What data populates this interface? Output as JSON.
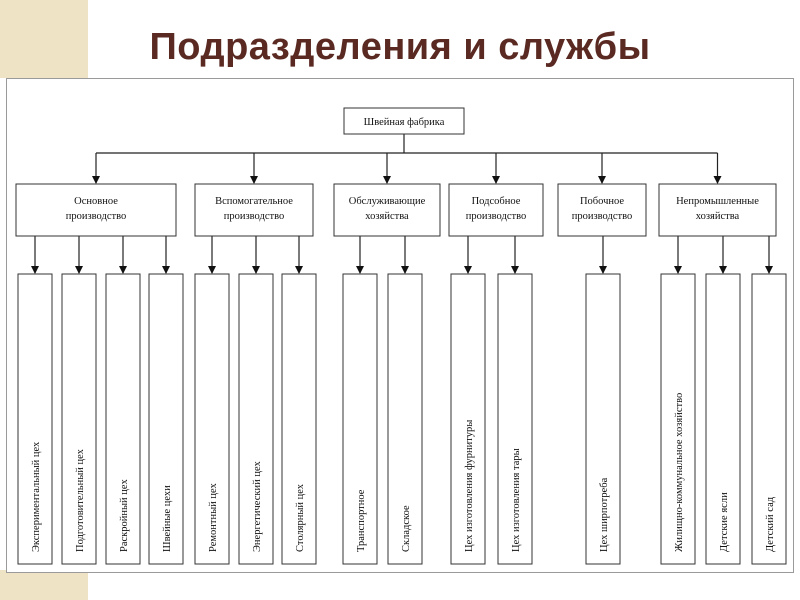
{
  "slide": {
    "title": "Подразделения и службы"
  },
  "diagram": {
    "root": "Швейная фабрика",
    "categories": [
      {
        "lines": [
          "Основное",
          "производство"
        ],
        "units": [
          "Экспериментальный цех",
          "Подготовительный цех",
          "Раскройный цех",
          "Швейные цехи"
        ]
      },
      {
        "lines": [
          "Вспомогательное",
          "производство"
        ],
        "units": [
          "Ремонтный цех",
          "Энергетический цех",
          "Столярный цех"
        ]
      },
      {
        "lines": [
          "Обслуживающие",
          "хозяйства"
        ],
        "units": [
          "Транспортное",
          "Складское"
        ]
      },
      {
        "lines": [
          "Подсобное",
          "производство"
        ],
        "units": [
          "Цех изготовления фурнитуры",
          "Цех изготовления тары"
        ]
      },
      {
        "lines": [
          "Побочное",
          "производство"
        ],
        "units": [
          "Цех ширпотреба"
        ]
      },
      {
        "lines": [
          "Непромышленные",
          "хозяйства"
        ],
        "units": [
          "Жилищно-коммунальное хозяйство",
          "Детские ясли",
          "Детский сад"
        ]
      }
    ]
  }
}
